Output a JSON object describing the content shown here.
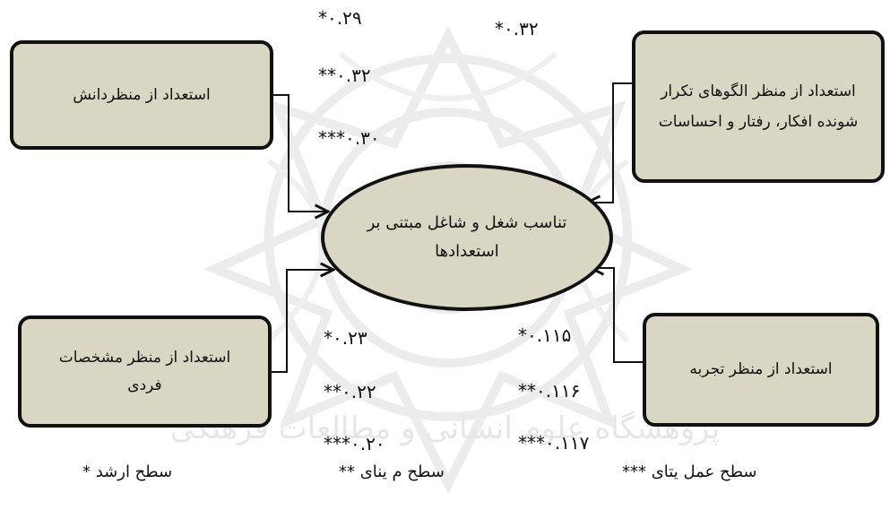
{
  "nodes": {
    "central": "تناسب شغل و شاغل مبتنی بر استعدادها",
    "knowledge": "استعداد از منظردانش",
    "patterns": "استعداد از منظر الگوهای تکرار شونده افکار، رفتار و احساسات",
    "individual": "استعداد از منظر مشخصات فردی",
    "experience": "استعداد از منظر تجربه"
  },
  "coefficients": {
    "knowledge": [
      "*۰.۲۹",
      "**۰.۳۲",
      "***۰.۳۰"
    ],
    "patterns": [
      "*۰.۳۲"
    ],
    "individual": [
      "*۰.۲۳",
      "**۰.۲۲",
      "***۰.۲۰"
    ],
    "experience": [
      "*۰.۱۱۵",
      "**۰.۱۱۶",
      "***۰.۱۱۷"
    ]
  },
  "legend": {
    "senior": "سطح ارشد *",
    "middle": "سطح م ینای **",
    "operational": "سطح عمل یتای ***"
  },
  "watermark_text": "پژوهشگاه علوم انسانی و مطالعات فرهنگی",
  "colors": {
    "fill": "#d9d6c3",
    "stroke": "#111111",
    "watermark": "#e6e6e6"
  }
}
